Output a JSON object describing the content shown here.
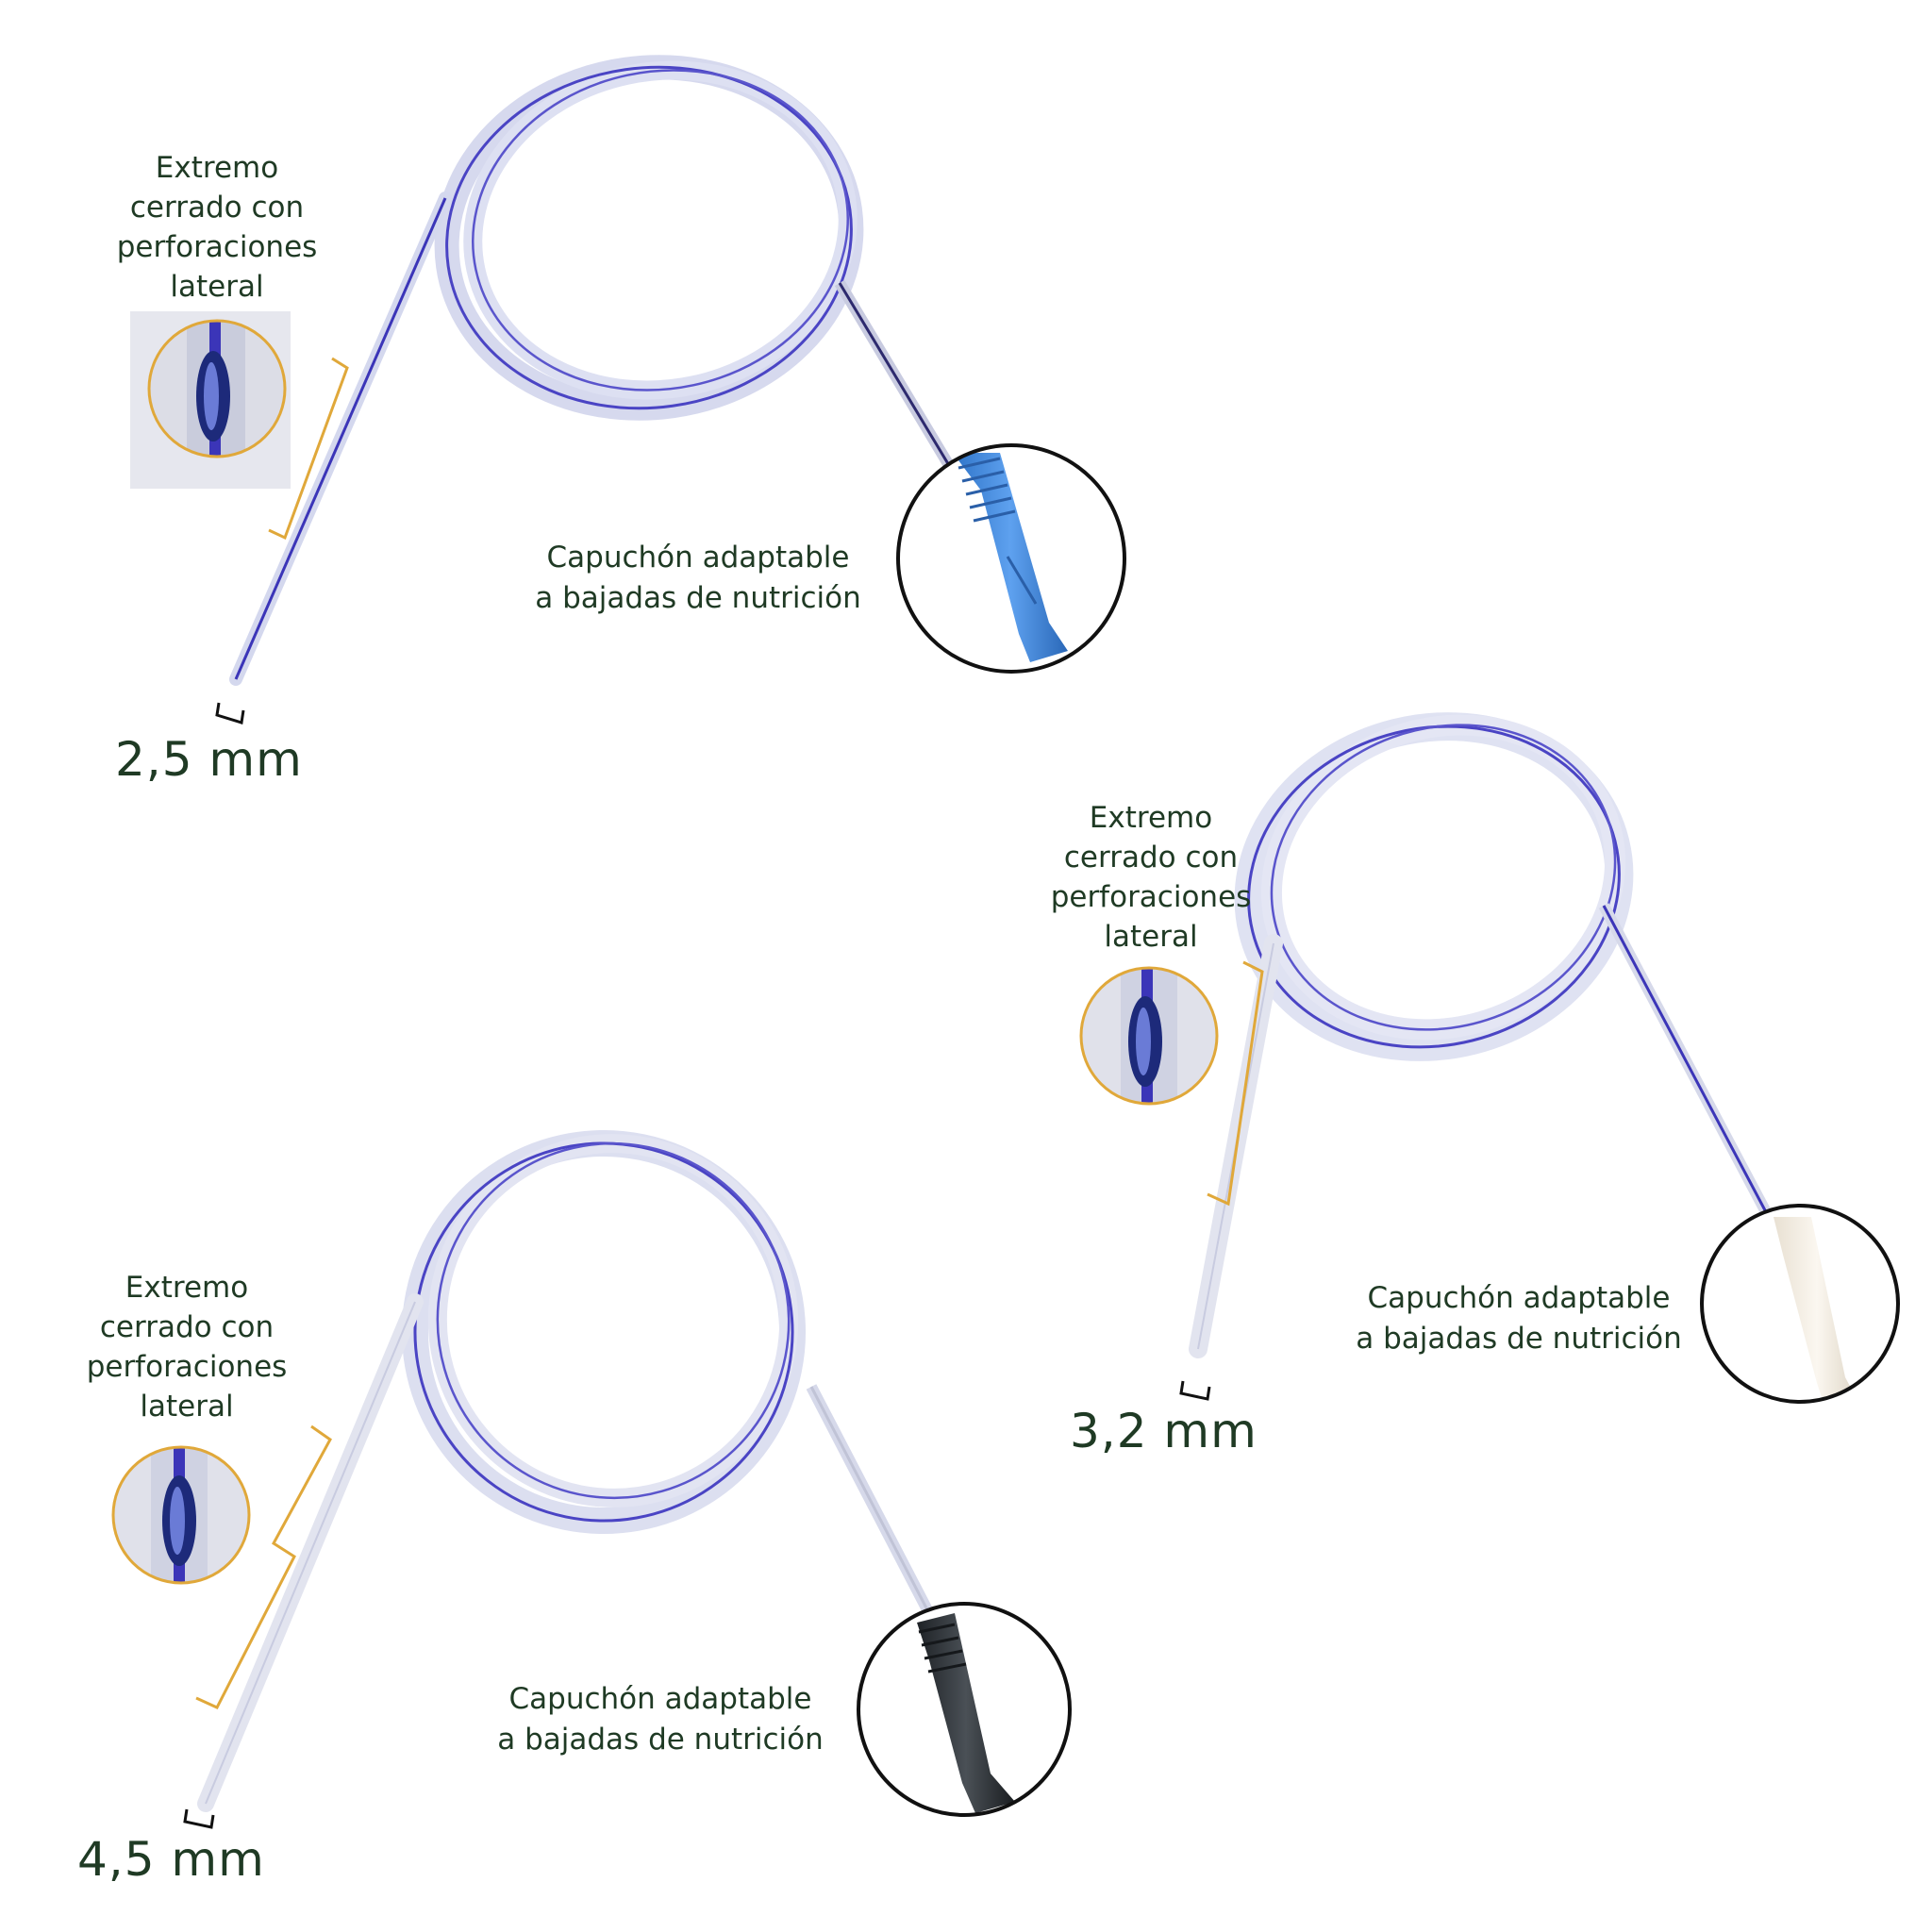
{
  "colors": {
    "text": "#1f3a24",
    "tube": "#c9cde8",
    "stripe": "#3b35b8",
    "bracket": "#e0a83a",
    "cap_blue": "#4a90e2",
    "cap_white": "#f4efe6",
    "cap_black": "#2b2f33"
  },
  "items": [
    {
      "size": "2,5 mm",
      "tip_label": [
        "Extremo",
        "cerrado con",
        "perforaciones",
        "lateral"
      ],
      "cap_label": [
        "Capuchón adaptable",
        "a bajadas de nutrición"
      ],
      "cap_color": "blue"
    },
    {
      "size": "3,2 mm",
      "tip_label": [
        "Extremo",
        "cerrado con",
        "perforaciones",
        "lateral"
      ],
      "cap_label": [
        "Capuchón adaptable",
        "a bajadas de nutrición"
      ],
      "cap_color": "white"
    },
    {
      "size": "4,5 mm",
      "tip_label": [
        "Extremo",
        "cerrado con",
        "perforaciones",
        "lateral"
      ],
      "cap_label": [
        "Capuchón adaptable",
        "a bajadas de nutrición"
      ],
      "cap_color": "black"
    }
  ]
}
